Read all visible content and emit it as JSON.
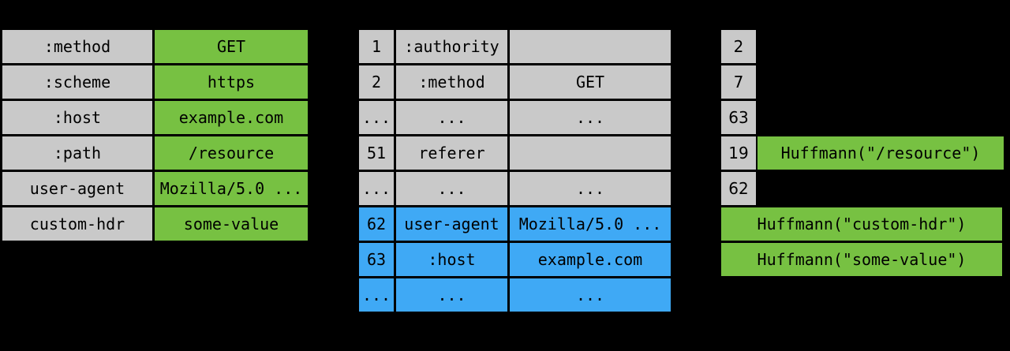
{
  "colors": {
    "background": "#000000",
    "cell_gray": "#c9c9c9",
    "cell_green": "#77c142",
    "cell_blue": "#3fa9f5",
    "cell_text": "#000000"
  },
  "request_headers_table": {
    "rows": [
      {
        "name": ":method",
        "value": "GET"
      },
      {
        "name": ":scheme",
        "value": "https"
      },
      {
        "name": ":host",
        "value": "example.com"
      },
      {
        "name": ":path",
        "value": "/resource"
      },
      {
        "name": "user-agent",
        "value": "Mozilla/5.0 ..."
      },
      {
        "name": "custom-hdr",
        "value": "some-value"
      }
    ]
  },
  "hpack_index_table": {
    "rows": [
      {
        "index": "1",
        "name": ":authority",
        "value": "",
        "dynamic": false
      },
      {
        "index": "2",
        "name": ":method",
        "value": "GET",
        "dynamic": false
      },
      {
        "index": "...",
        "name": "...",
        "value": "...",
        "dynamic": false
      },
      {
        "index": "51",
        "name": "referer",
        "value": "",
        "dynamic": false
      },
      {
        "index": "...",
        "name": "...",
        "value": "...",
        "dynamic": false
      },
      {
        "index": "62",
        "name": "user-agent",
        "value": "Mozilla/5.0 ...",
        "dynamic": true
      },
      {
        "index": "63",
        "name": ":host",
        "value": "example.com",
        "dynamic": true
      },
      {
        "index": "...",
        "name": "...",
        "value": "...",
        "dynamic": true
      }
    ]
  },
  "encoded_headers": {
    "index_refs": [
      "2",
      "7",
      "63",
      "19",
      "62"
    ],
    "resource_literal": "Huffmann(\"/resource\")",
    "custom_hdr_literal": "Huffmann(\"custom-hdr\")",
    "some_value_literal": "Huffmann(\"some-value\")"
  }
}
